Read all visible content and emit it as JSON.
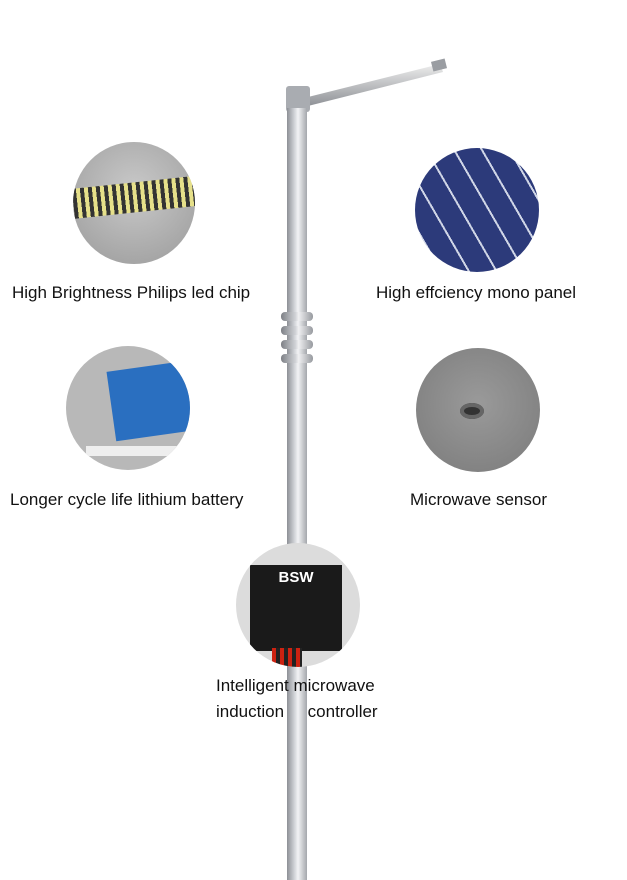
{
  "features": {
    "led_chip": "High Brightness Philips led chip",
    "panel": "High effciency mono panel",
    "battery": "Longer cycle life lithium battery",
    "sensor": "Microwave sensor",
    "controller_line1": "Intelligent microwave",
    "controller_line2": "induction     controller"
  },
  "controller_logo": "BSW"
}
